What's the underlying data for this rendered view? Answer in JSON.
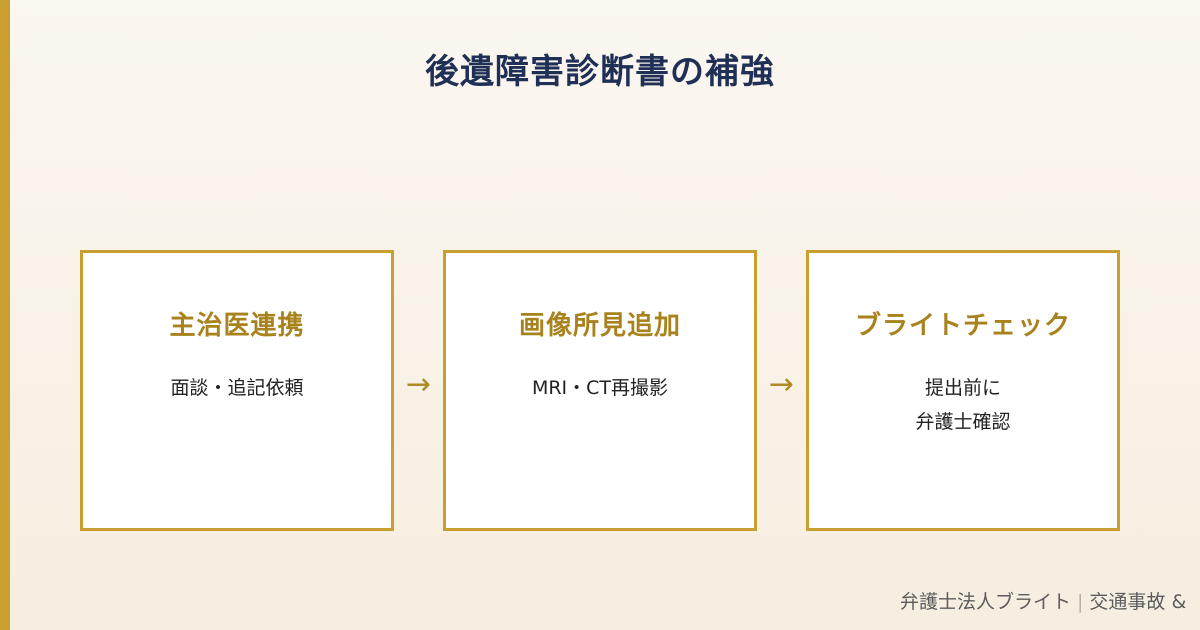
{
  "title": "後遺障害診断書の補強",
  "steps": [
    {
      "title": "主治医連携",
      "lines": [
        "面談・追記依頼"
      ]
    },
    {
      "title": "画像所見追加",
      "lines": [
        "MRI・CT再撮影"
      ]
    },
    {
      "title": "ブライトチェック",
      "lines": [
        "提出前に",
        "弁護士確認"
      ]
    }
  ],
  "arrows": [
    "→",
    "→"
  ],
  "footer": {
    "firm": "弁護士法人ブライト",
    "separator": "|",
    "topic": "交通事故 &"
  },
  "colors": {
    "accent": "#c9a02f",
    "title": "#1f2f55",
    "step_title": "#a8821d"
  }
}
